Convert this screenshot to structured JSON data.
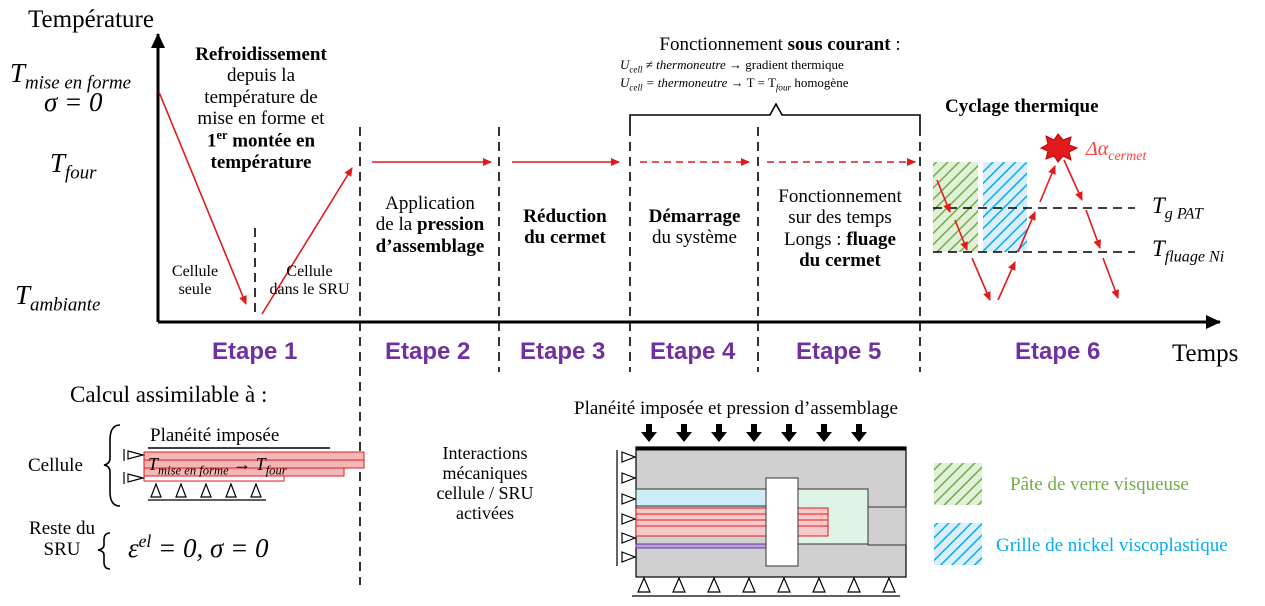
{
  "axes": {
    "y_label": "Température",
    "x_label": "Temps"
  },
  "y_levels": {
    "t_mise_en_forme": "T",
    "t_mise_en_forme_sub": "mise en forme",
    "sigma_zero": "σ = 0",
    "t_four": "T",
    "t_four_sub": "four",
    "t_ambiante": "T",
    "t_ambiante_sub": "ambiante"
  },
  "stage1": {
    "title": "Refroidissement",
    "lines": [
      "depuis la",
      "température de",
      "mise en forme et"
    ],
    "line4_a": "1",
    "line4_sup": "er",
    "line4_b": " montée en",
    "line5": "température",
    "left_label": [
      "Cellule",
      "seule"
    ],
    "right_label": [
      "Cellule",
      "dans le SRU"
    ]
  },
  "stage2": {
    "line1": "Application",
    "line2_a": "de la ",
    "line2_b": "pression",
    "line3": "d’assemblage"
  },
  "stage3": {
    "line1": "Réduction",
    "line2": "du cermet"
  },
  "stage4": {
    "line1": "Démarrage",
    "line2": "du système"
  },
  "stage5": {
    "line1": "Fonctionnement",
    "line2": "sur des temps",
    "line3_a": "Longs : ",
    "line3_b": "fluage",
    "line4": "du cermet"
  },
  "operation": {
    "title_a": "Fonctionnement ",
    "title_b": "sous courant",
    "title_c": " :",
    "l1_u": "U",
    "l1_sub": "cell",
    "l1_rel": " ≠ thermoneutre",
    "l1_arrow": " → gradient thermique",
    "l2_u": "U",
    "l2_sub": "cell",
    "l2_rel": " = thermoneutre",
    "l2_arrow": " → T = T",
    "l2_sub2": "four",
    "l2_end": " homogène"
  },
  "stage6": {
    "title": "Cyclage thermique",
    "delta": "Δα",
    "delta_sub": "cermet",
    "tg": "T",
    "tg_sub": "g PAT",
    "tf": "T",
    "tf_sub": "fluage Ni"
  },
  "stages": [
    "Etape 1",
    "Etape 2",
    "Etape 3",
    "Etape 4",
    "Etape 5",
    "Etape 6"
  ],
  "calc": {
    "title": "Calcul assimilable à :",
    "cellule": "Cellule",
    "planeite": "Planéité imposée",
    "t_mise": "T",
    "t_mise_sub": "mise en forme",
    "arrow_to": " → T",
    "t_four_sub": "four",
    "reste_l1": "Reste du",
    "reste_l2": "SRU",
    "eps": "ε",
    "eps_sup": "el",
    "eps_rest": " = 0, σ = 0"
  },
  "interactions": [
    "Interactions",
    "mécaniques",
    "cellule / SRU",
    "activées"
  ],
  "assembly": {
    "title": "Planéité imposée et pression d’assemblage"
  },
  "legend": {
    "glass": "Pâte de verre visqueuse",
    "nickel": "Grille de nickel viscoplastique",
    "glass_color": "#70ad47",
    "nickel_color": "#00b0f0"
  },
  "colors": {
    "stage": "#7030a0",
    "arrow": "#e31a1c",
    "delta": "#ff4040"
  }
}
